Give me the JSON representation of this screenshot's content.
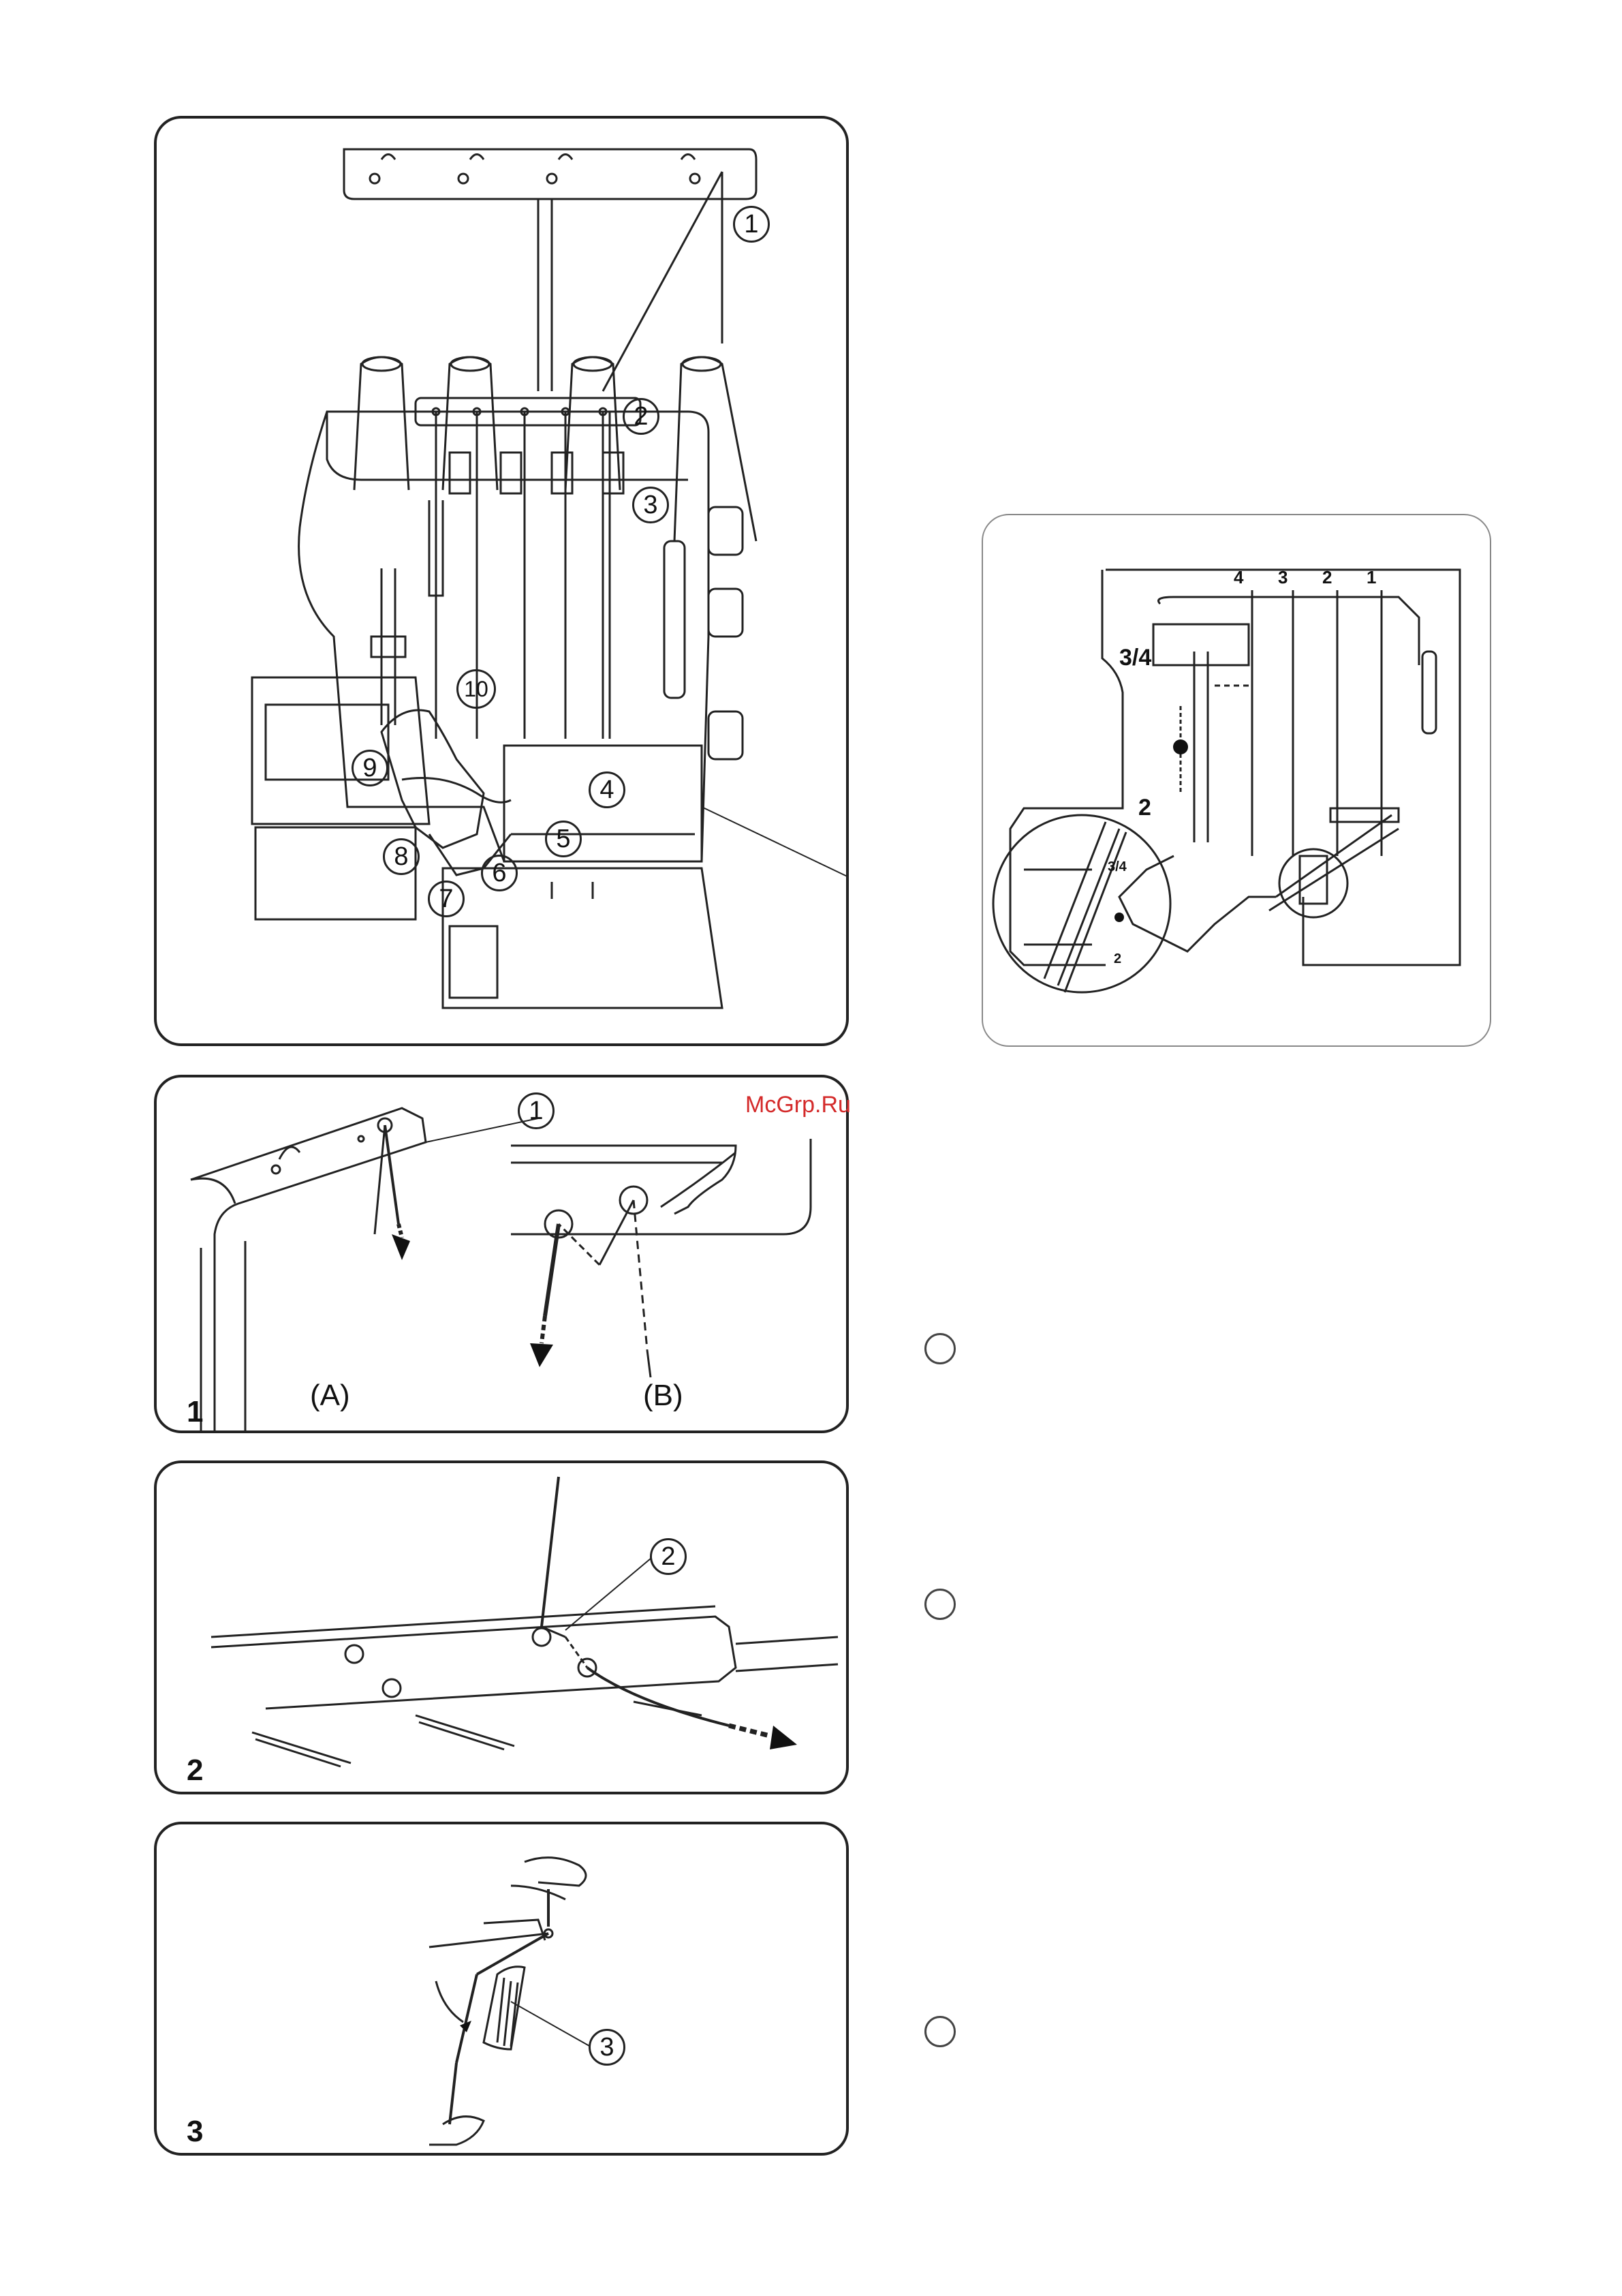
{
  "main_figure": {
    "callouts": [
      "1",
      "2",
      "3",
      "4",
      "5",
      "6",
      "7",
      "8",
      "9",
      "10"
    ]
  },
  "inset_figure": {
    "needle_numbers": [
      "4",
      "3",
      "2",
      "1"
    ],
    "label_34": "3/4",
    "label_2": "2",
    "zoom_label_34": "3/4",
    "zoom_label_2": "2"
  },
  "figure1": {
    "number": "1",
    "callout": "1",
    "sub_a": "(A)",
    "sub_b": "(B)"
  },
  "figure2": {
    "number": "2",
    "callout": "2"
  },
  "figure3": {
    "number": "3",
    "callout": "3"
  },
  "watermark": "McGrp.Ru",
  "markers": [
    "",
    "",
    ""
  ]
}
